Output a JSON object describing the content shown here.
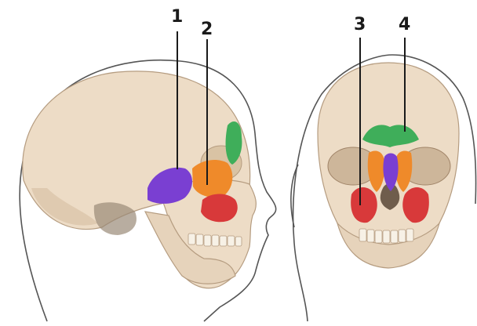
{
  "labels": {
    "one": "1",
    "two": "2",
    "three": "3",
    "four": "4"
  },
  "colors": {
    "bone": "#eddcc6",
    "bone_shadow": "#cdb69a",
    "sphenoid_sinus": "#7a3fd2",
    "ethmoid_sinus": "#ef8a2a",
    "frontal_sinus": "#3fae5a",
    "maxillary_sinus": "#d8393a",
    "head_outline": "#555555"
  }
}
